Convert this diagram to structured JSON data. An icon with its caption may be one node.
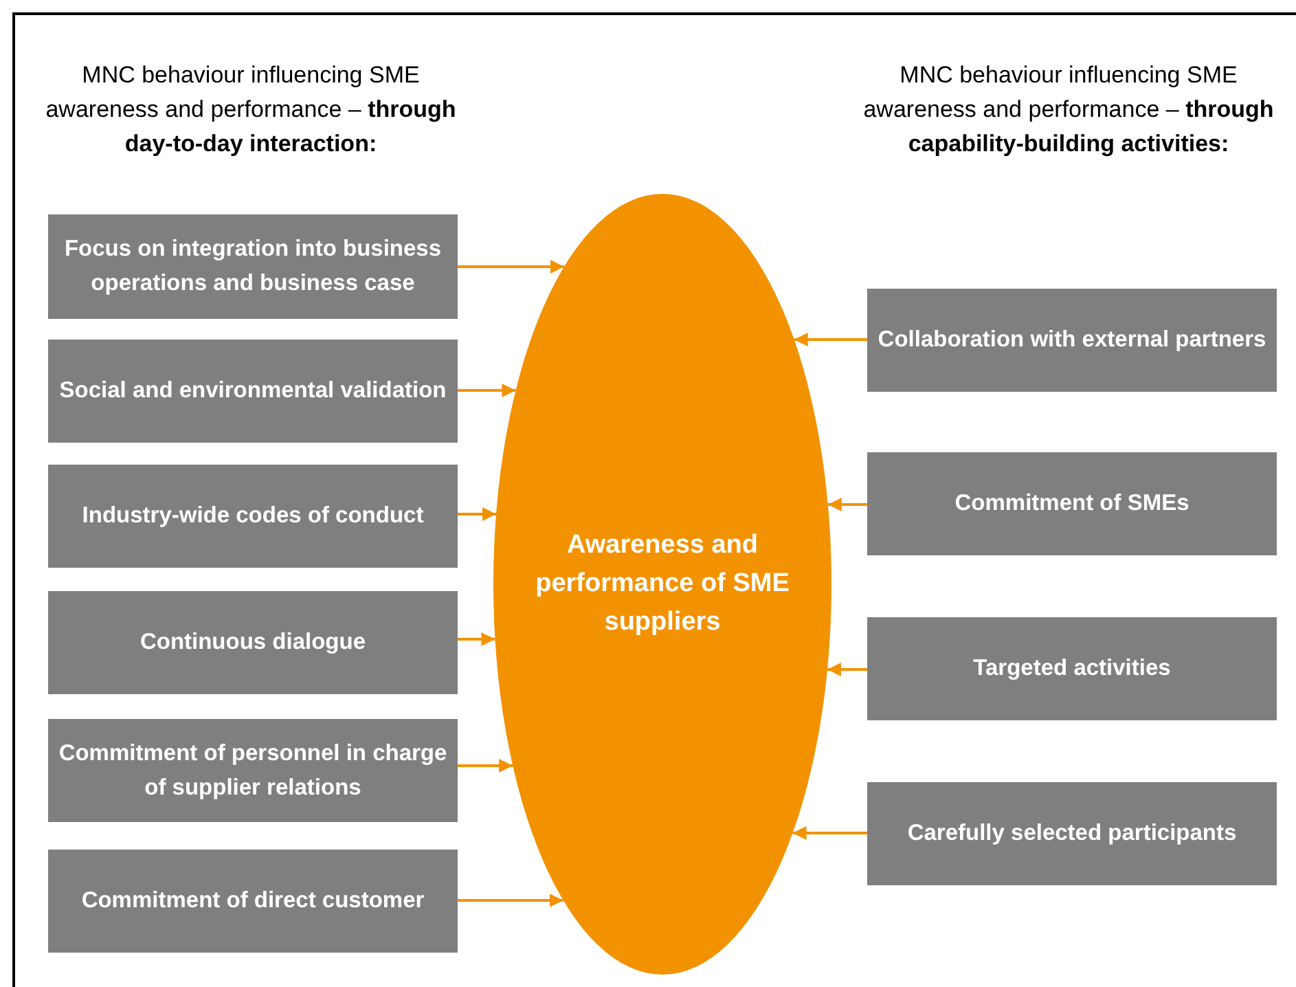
{
  "diagram": {
    "nodes": [
      {
        "text": [
          "Focus on integration into business operations and business case"
        ]
      },
      {
        "text": [
          "Social and environmental validation"
        ]
      },
      {
        "text": [
          "Industry-wide codes of conduct"
        ]
      },
      {
        "text": [
          "Continuous dialogue"
        ]
      },
      {
        "text": [
          "Commitment of personnel in charge of supplier relations"
        ]
      },
      {
        "text": [
          "Commitment of direct customer"
        ]
      },
      {
        "text": [
          "Awareness and performance of SME suppliers"
        ]
      },
      {
        "text": [
          "Collaboration with external partners"
        ]
      },
      {
        "text": [
          "Commitment of SMEs"
        ]
      },
      {
        "text": [
          "Targeted activities"
        ]
      },
      {
        "text": [
          "Carefully selected participants"
        ]
      }
    ],
    "edges": [
      {
        "from": 0,
        "to": 6,
        "arrow": "to"
      },
      {
        "from": 1,
        "to": 6,
        "arrow": "to"
      },
      {
        "from": 2,
        "to": 6,
        "arrow": "to"
      },
      {
        "from": 3,
        "to": 6,
        "arrow": "to"
      },
      {
        "from": 4,
        "to": 6,
        "arrow": "to"
      },
      {
        "from": 5,
        "to": 6,
        "arrow": "to"
      },
      {
        "from": 7,
        "to": 6,
        "arrow": "to"
      },
      {
        "from": 8,
        "to": 6,
        "arrow": "to"
      },
      {
        "from": 9,
        "to": 6,
        "arrow": "to"
      },
      {
        "from": 10,
        "to": 6,
        "arrow": "to"
      }
    ],
    "labels": [
      "MNC behaviour influencing SME awareness and performance – **through day-to-day interaction:**",
      "MNC behaviour influencing SME awareness and performance – **through capability-building activities:**"
    ]
  }
}
